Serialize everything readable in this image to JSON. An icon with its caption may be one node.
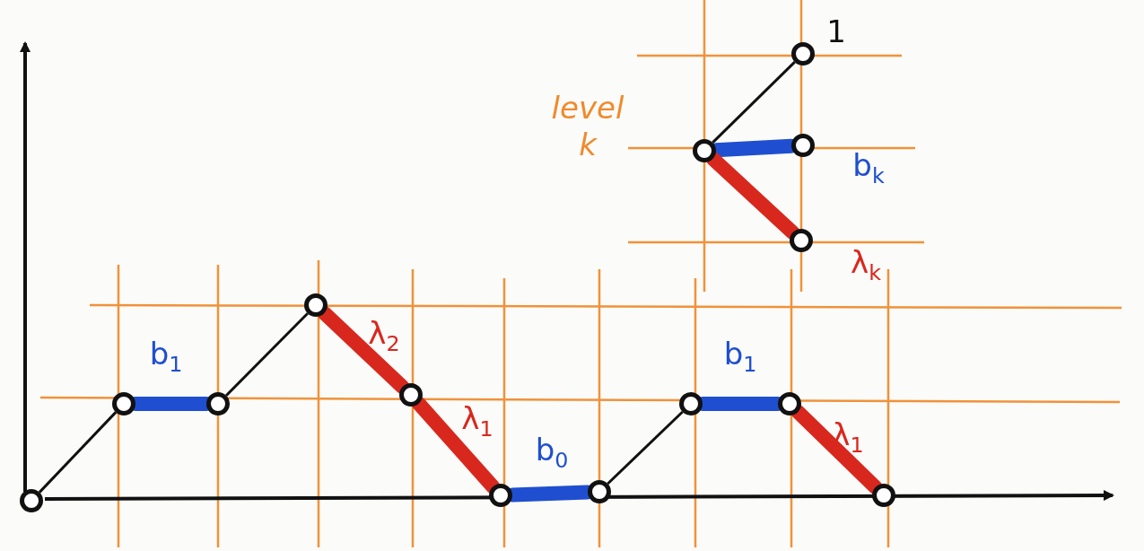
{
  "diagram": {
    "nodes": [
      {
        "text": [],
        "shape": "circle"
      },
      {
        "text": [],
        "shape": "circle"
      },
      {
        "text": [],
        "shape": "circle"
      },
      {
        "text": [],
        "shape": "circle"
      },
      {
        "text": [],
        "shape": "circle"
      },
      {
        "text": [],
        "shape": "circle"
      },
      {
        "text": [],
        "shape": "circle"
      },
      {
        "text": [],
        "shape": "circle"
      },
      {
        "text": [],
        "shape": "circle"
      },
      {
        "text": [],
        "shape": "circle"
      },
      {
        "text": [],
        "shape": "circle"
      },
      {
        "text": [],
        "shape": "circle"
      },
      {
        "text": [],
        "shape": "circle"
      },
      {
        "text": [],
        "shape": "circle"
      }
    ],
    "edges": [
      {
        "from": 0,
        "to": 1,
        "arrow": "none",
        "color": "#111111"
      },
      {
        "from": 1,
        "to": 2,
        "arrow": "none",
        "color": "#1f4fd0",
        "label": "b$_{1}$"
      },
      {
        "from": 2,
        "to": 3,
        "arrow": "none",
        "color": "#111111"
      },
      {
        "from": 3,
        "to": 4,
        "arrow": "none",
        "color": "#d8281e",
        "label": "λ$_{2}$"
      },
      {
        "from": 4,
        "to": 5,
        "arrow": "none",
        "color": "#d8281e",
        "label": "λ$_{1}$"
      },
      {
        "from": 5,
        "to": 6,
        "arrow": "none",
        "color": "#1f4fd0",
        "label": "b$_{0}$"
      },
      {
        "from": 6,
        "to": 7,
        "arrow": "none",
        "color": "#111111"
      },
      {
        "from": 7,
        "to": 8,
        "arrow": "none",
        "color": "#1f4fd0",
        "label": "b$_{1}$"
      },
      {
        "from": 8,
        "to": 9,
        "arrow": "none",
        "color": "#d8281e",
        "label": "λ$_{1}$"
      },
      {
        "from": 10,
        "to": 11,
        "arrow": "none",
        "color": "#111111",
        "label": "1"
      },
      {
        "from": 10,
        "to": 12,
        "arrow": "none",
        "color": "#1f4fd0",
        "label": "b$_{k}$"
      },
      {
        "from": 10,
        "to": 13,
        "arrow": "none",
        "color": "#d8281e",
        "label": "λ$_{k}$"
      }
    ],
    "labels": [
      "level k"
    ]
  }
}
